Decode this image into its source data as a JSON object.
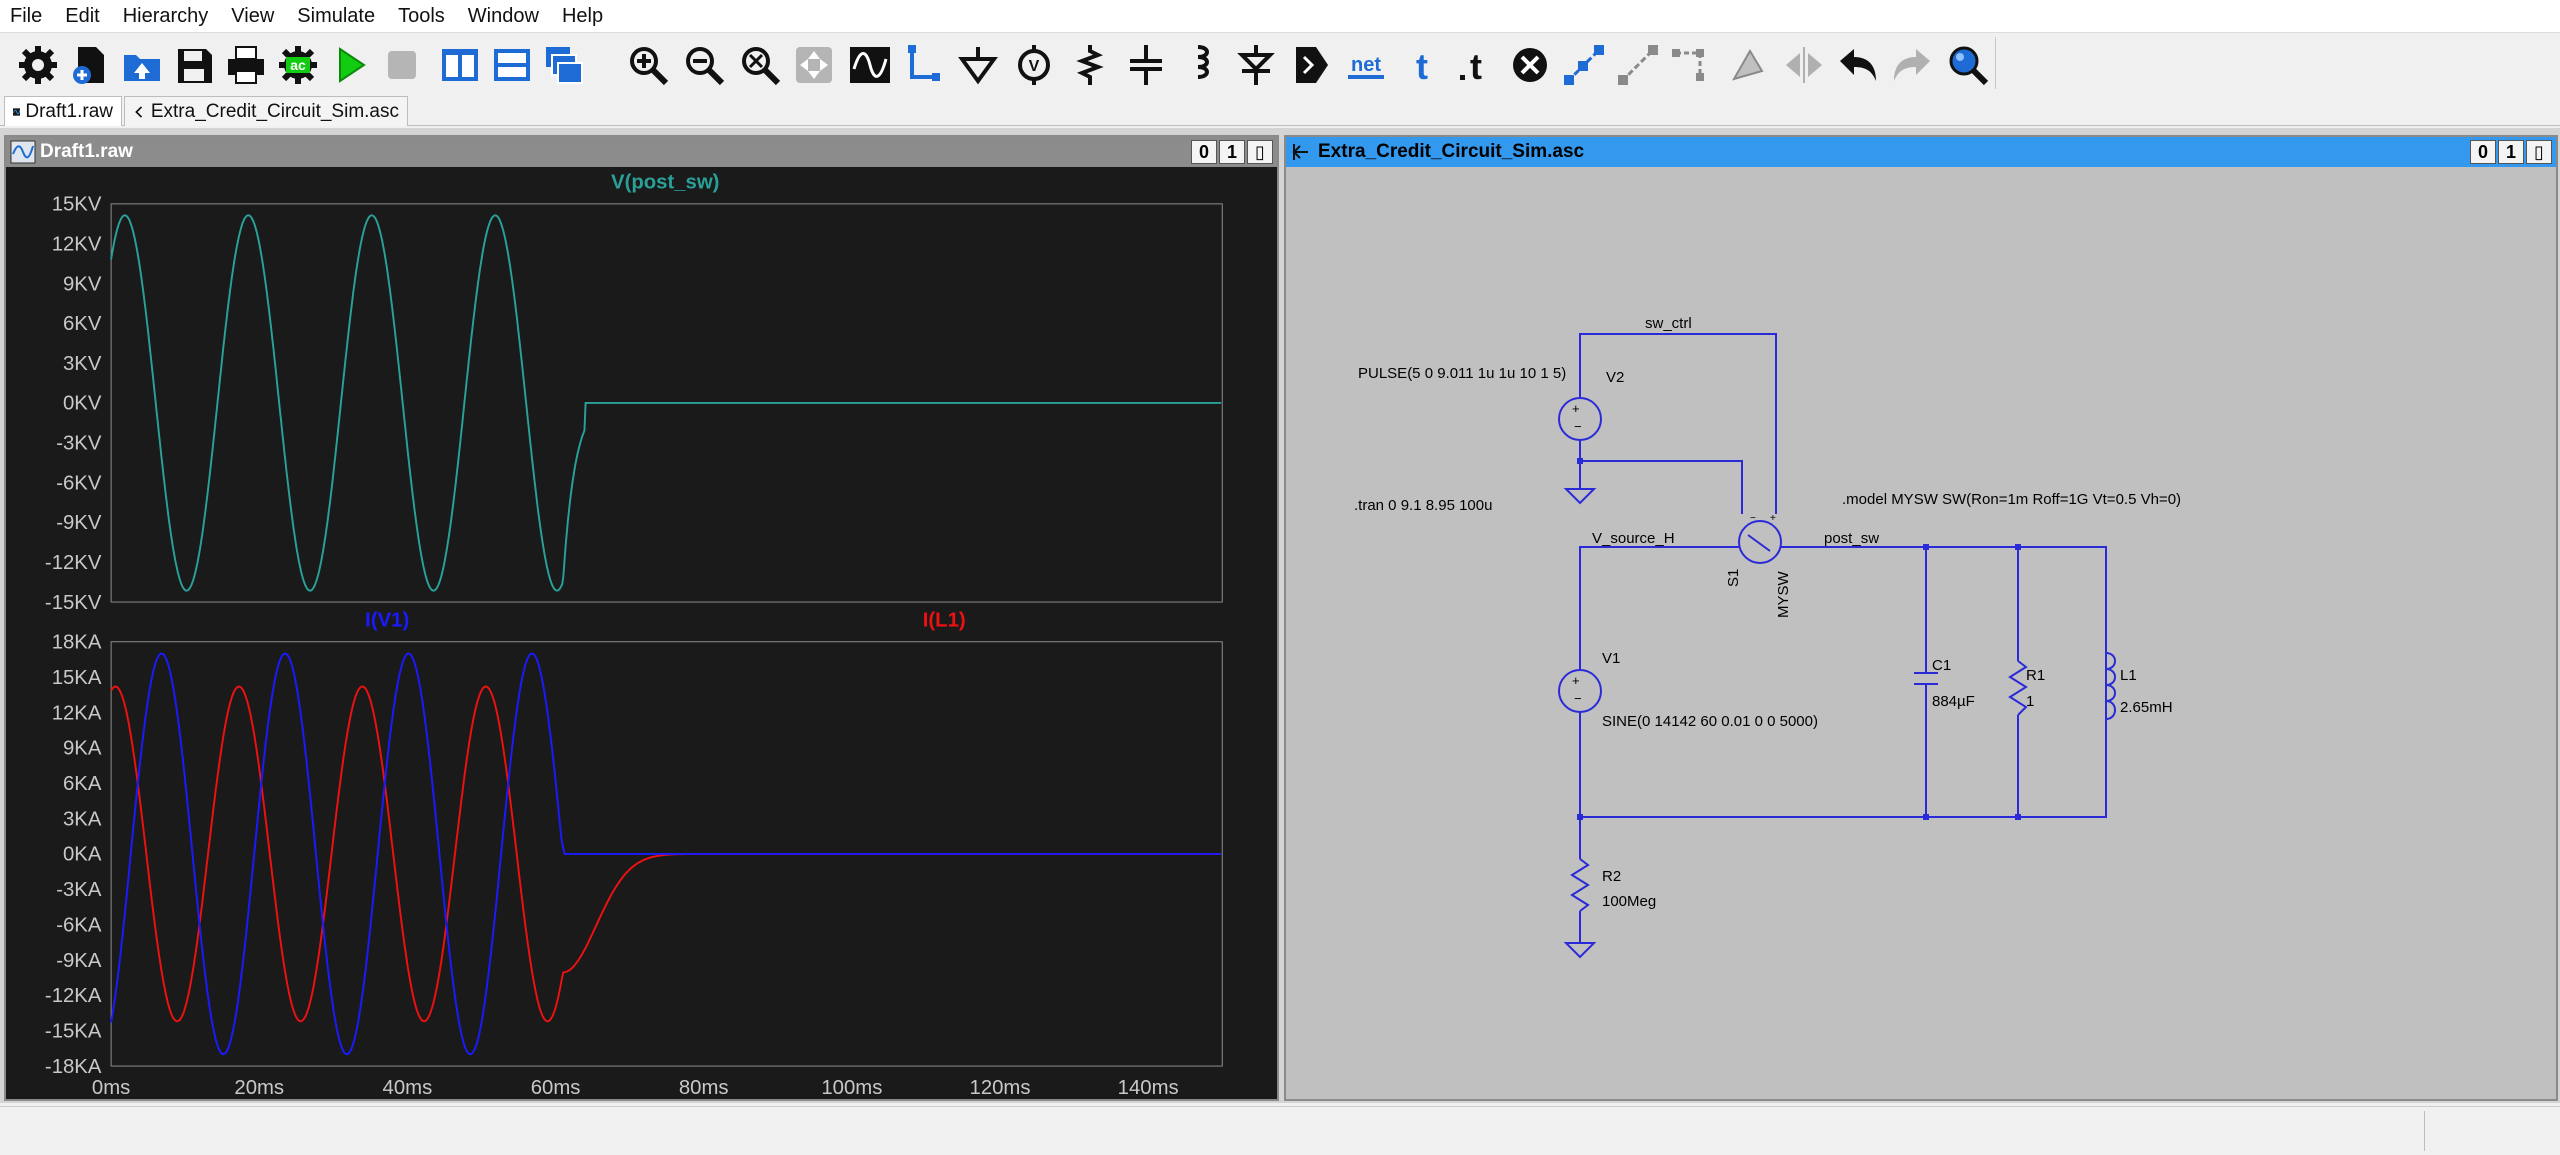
{
  "menu": [
    "File",
    "Edit",
    "Hierarchy",
    "View",
    "Simulate",
    "Tools",
    "Window",
    "Help"
  ],
  "tabs": [
    {
      "label": "Draft1.raw",
      "active": true
    },
    {
      "label": "Extra_Credit_Circuit_Sim.asc",
      "active": false
    }
  ],
  "toolbar": {
    "icons": [
      "settings-icon",
      "new-schematic-icon",
      "open-icon",
      "save-icon",
      "print-icon",
      "ac-analysis-icon",
      "run-icon",
      "halt-icon",
      "tile-vertical-icon",
      "tile-horizontal-icon",
      "cascade-icon",
      "zoom-in-icon",
      "zoom-out-icon",
      "zoom-fit-icon",
      "pan-icon",
      "waveform-icon",
      "wire-icon",
      "ground-icon",
      "voltage-source-icon",
      "resistor-icon",
      "capacitor-icon",
      "inductor-icon",
      "diode-icon",
      "component-icon",
      "net-label-icon",
      "text-icon",
      "spice-directive-icon",
      "delete-icon",
      "duplicate-icon",
      "move-icon",
      "drag-icon",
      "mirror-icon",
      "rotate-icon",
      "undo-icon",
      "redo-icon",
      "find-icon"
    ],
    "net_label": "net",
    "ac_label": "ac"
  },
  "waveform_window": {
    "title": "Draft1.raw",
    "buttons": [
      "0",
      "1",
      "▯"
    ]
  },
  "schematic_window": {
    "title": "Extra_Credit_Circuit_Sim.asc",
    "buttons": [
      "0",
      "1",
      "▯"
    ]
  },
  "chart_data": [
    {
      "type": "line",
      "title": "V(post_sw)",
      "series": [
        {
          "name": "V(post_sw)",
          "color": "#2aa198"
        }
      ],
      "yticks": [
        "15KV",
        "12KV",
        "9KV",
        "6KV",
        "3KV",
        "0KV",
        "-3KV",
        "-6KV",
        "-9KV",
        "-12KV",
        "-15KV"
      ],
      "ylim": [
        -15000,
        15000
      ],
      "xlim": [
        0,
        150
      ],
      "amplitude": 14142,
      "frequency_hz": 60,
      "decay_after_ms": 61,
      "xlabel": "",
      "ylabel": ""
    },
    {
      "type": "line",
      "series": [
        {
          "name": "I(V1)",
          "color": "#1a1aff",
          "amplitude": 17000,
          "end_ms": 61
        },
        {
          "name": "I(L1)",
          "color": "#ee1111",
          "amplitude": 14200,
          "end_ms": 70
        }
      ],
      "yticks": [
        "18KA",
        "15KA",
        "12KA",
        "9KA",
        "6KA",
        "3KA",
        "0KA",
        "-3KA",
        "-6KA",
        "-9KA",
        "-12KA",
        "-15KA",
        "-18KA"
      ],
      "ylim": [
        -18000,
        18000
      ],
      "xlim": [
        0,
        150
      ],
      "xticks": [
        "0ms",
        "20ms",
        "40ms",
        "60ms",
        "80ms",
        "100ms",
        "120ms",
        "140ms"
      ],
      "xlabel": "",
      "ylabel": ""
    }
  ],
  "schematic": {
    "labels": {
      "sw_ctrl": "sw_ctrl",
      "pulse": "PULSE(5 0 9.011 1u 1u 10 1 5)",
      "v2": "V2",
      "tran": ".tran 0 9.1 8.95 100u",
      "model": ".model MYSW SW(Ron=1m Roff=1G Vt=0.5 Vh=0)",
      "v_source_h": "V_source_H",
      "post_sw": "post_sw",
      "s1": "S1",
      "mysw": "MYSW",
      "v1": "V1",
      "sine": "SINE(0 14142 60 0.01 0 0 5000)",
      "c1": "C1",
      "c1_val": "884µF",
      "r1": "R1",
      "r1_val": "1",
      "l1": "L1",
      "l1_val": "2.65mH",
      "r2": "R2",
      "r2_val": "100Meg"
    }
  }
}
